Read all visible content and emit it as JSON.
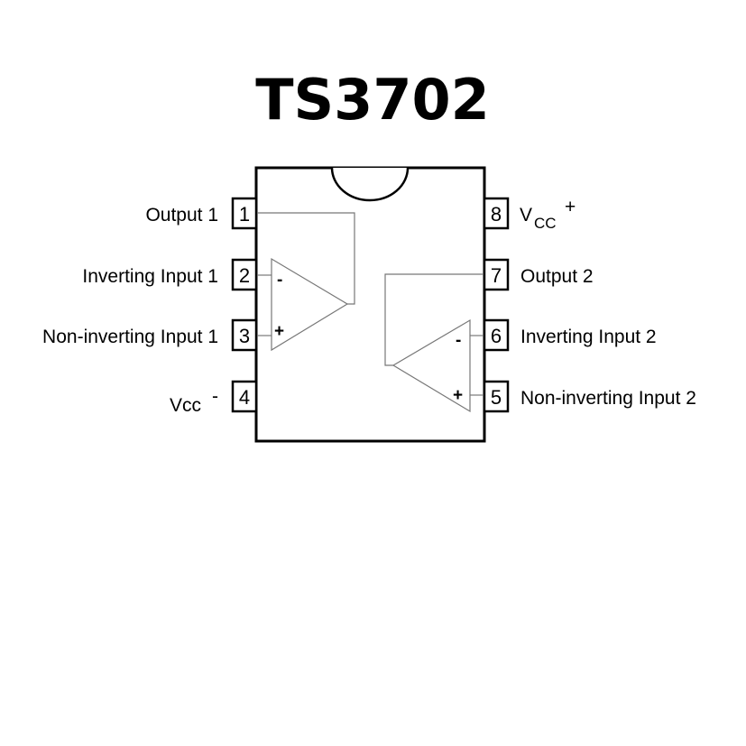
{
  "title": "TS3702",
  "pins": {
    "p1": {
      "num": "1",
      "label": "Output 1"
    },
    "p2": {
      "num": "2",
      "label": "Inverting Input 1"
    },
    "p3": {
      "num": "3",
      "label": "Non-inverting Input 1"
    },
    "p4": {
      "num": "4",
      "label_main": "Vcc",
      "label_sup": "-"
    },
    "p5": {
      "num": "5",
      "label": "Non-inverting Input 2"
    },
    "p6": {
      "num": "6",
      "label": "Inverting Input 2"
    },
    "p7": {
      "num": "7",
      "label": "Output 2"
    },
    "p8": {
      "num": "8",
      "label_main": "V",
      "label_sub": "CC",
      "label_sup": "+"
    }
  },
  "opamp1": {
    "minus": "-",
    "plus": "+"
  },
  "opamp2": {
    "minus": "-",
    "plus": "+"
  }
}
